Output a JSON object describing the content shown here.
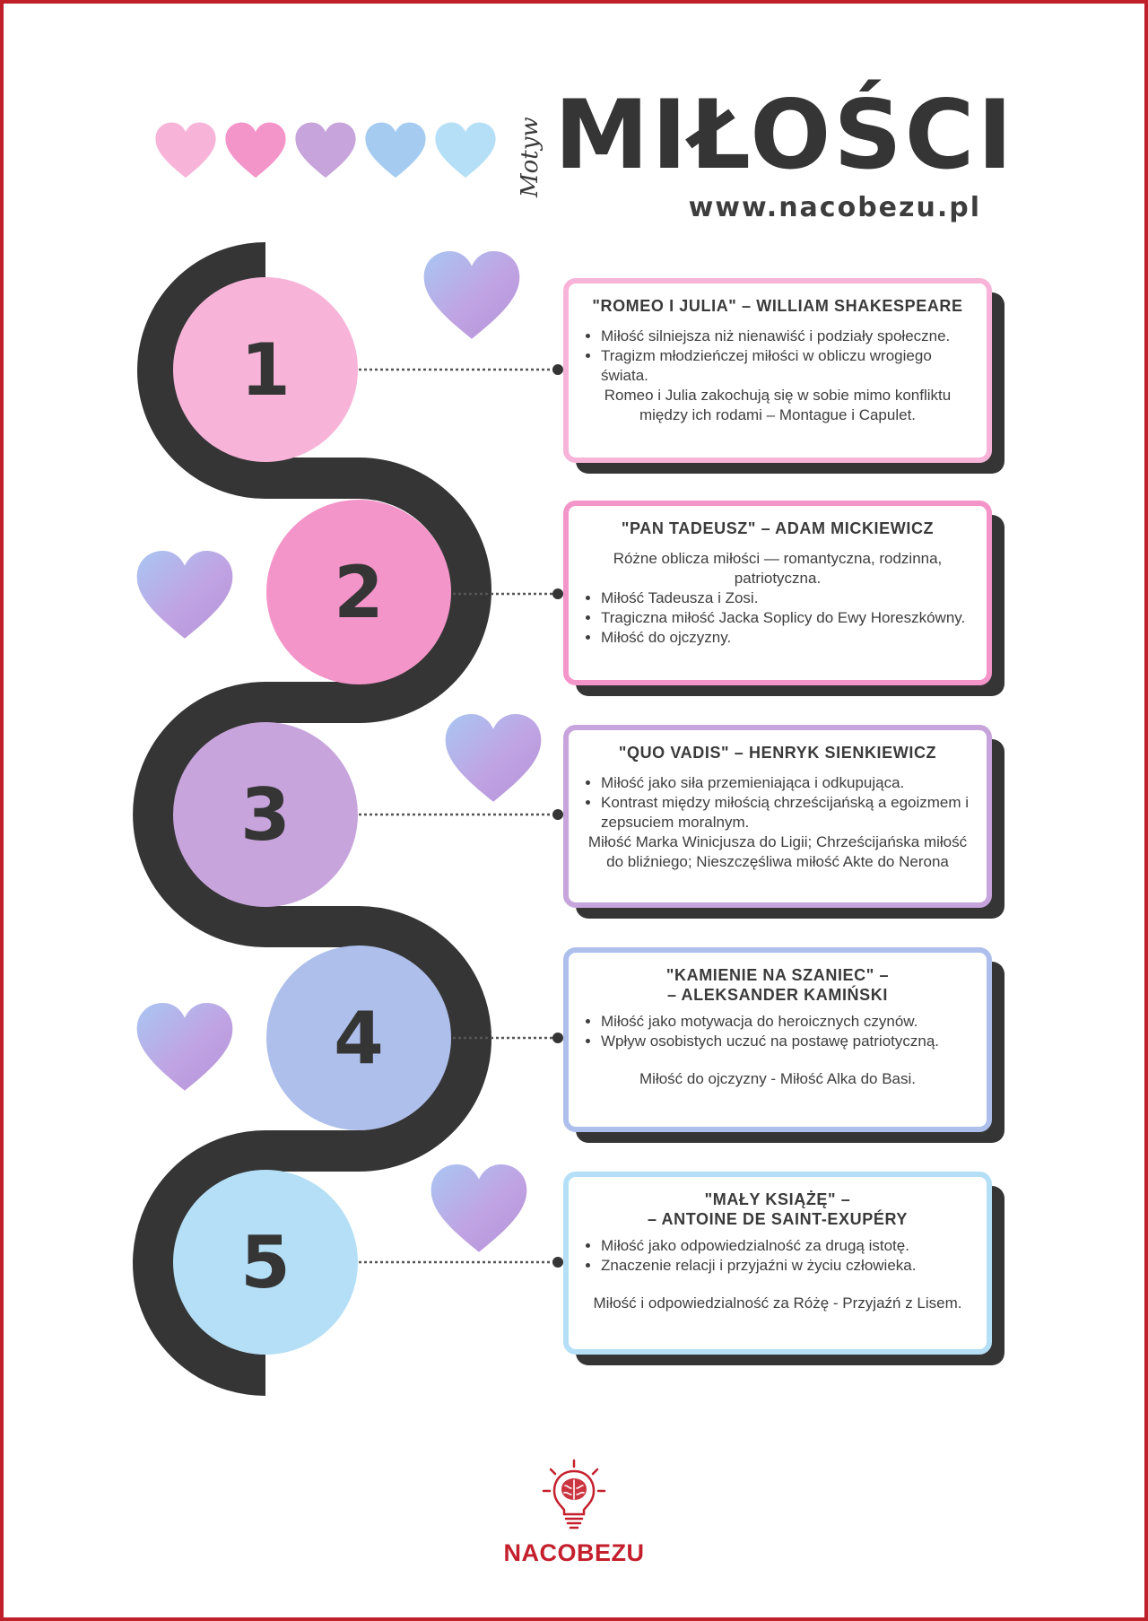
{
  "header": {
    "motyw": "Motyw",
    "title": "MIŁOŚCI",
    "url": "www.nacobezu.pl"
  },
  "colors": {
    "pink_light": "#f7b4d8",
    "pink": "#f495c9",
    "lavender": "#c7a4db",
    "blue": "#aebfec",
    "sky": "#b4dff7",
    "dark": "#353535",
    "brand_red": "#c41f2c"
  },
  "steps": [
    {
      "number": "1",
      "title": "\"ROMEO I JULIA\" – WILLIAM SHAKESPEARE",
      "bullets": [
        "Miłość silniejsza niż nienawiść i podziały społeczne.",
        "Tragizm młodzieńczej miłości w obliczu wrogiego świata."
      ],
      "note": "Romeo i Julia zakochują się w sobie mimo konfliktu między ich rodami – Montague i Capulet."
    },
    {
      "number": "2",
      "title": "\"PAN TADEUSZ\" – ADAM MICKIEWICZ",
      "intro": "Różne oblicza miłości — romantyczna, rodzinna, patriotyczna.",
      "bullets": [
        "Miłość Tadeusza i Zosi.",
        "Tragiczna miłość Jacka Soplicy do Ewy Horeszkówny.",
        "Miłość do ojczyzny."
      ]
    },
    {
      "number": "3",
      "title": "\"QUO VADIS\" – HENRYK SIENKIEWICZ",
      "bullets": [
        "Miłość jako siła przemieniająca i odkupująca.",
        "Kontrast między miłością chrześcijańską a egoizmem i zepsuciem moralnym."
      ],
      "note": "Miłość Marka Winicjusza do Ligii; Chrześcijańska miłość do bliźniego; Nieszczęśliwa miłość Akte do Nerona"
    },
    {
      "number": "4",
      "title_line1": "\"KAMIENIE NA SZANIEC\" –",
      "title_line2": "– ALEKSANDER KAMIŃSKI",
      "bullets": [
        "Miłość jako motywacja do heroicznych czynów.",
        "Wpływ osobistych uczuć na postawę patriotyczną."
      ],
      "note": "Miłość do ojczyzny - Miłość Alka do Basi."
    },
    {
      "number": "5",
      "title_line1": "\"MAŁY KSIĄŻĘ\" –",
      "title_line2": "– ANTOINE DE SAINT-EXUPÉRY",
      "bullets": [
        "Miłość jako odpowiedzialność za drugą istotę.",
        "Znaczenie relacji i przyjaźni w życiu człowieka."
      ],
      "note": "Miłość i odpowiedzialność za Różę - Przyjaźń z Lisem."
    }
  ],
  "footer": {
    "brand": "NACOBEZU",
    "logo_icon": "lightbulb-brain-icon"
  }
}
